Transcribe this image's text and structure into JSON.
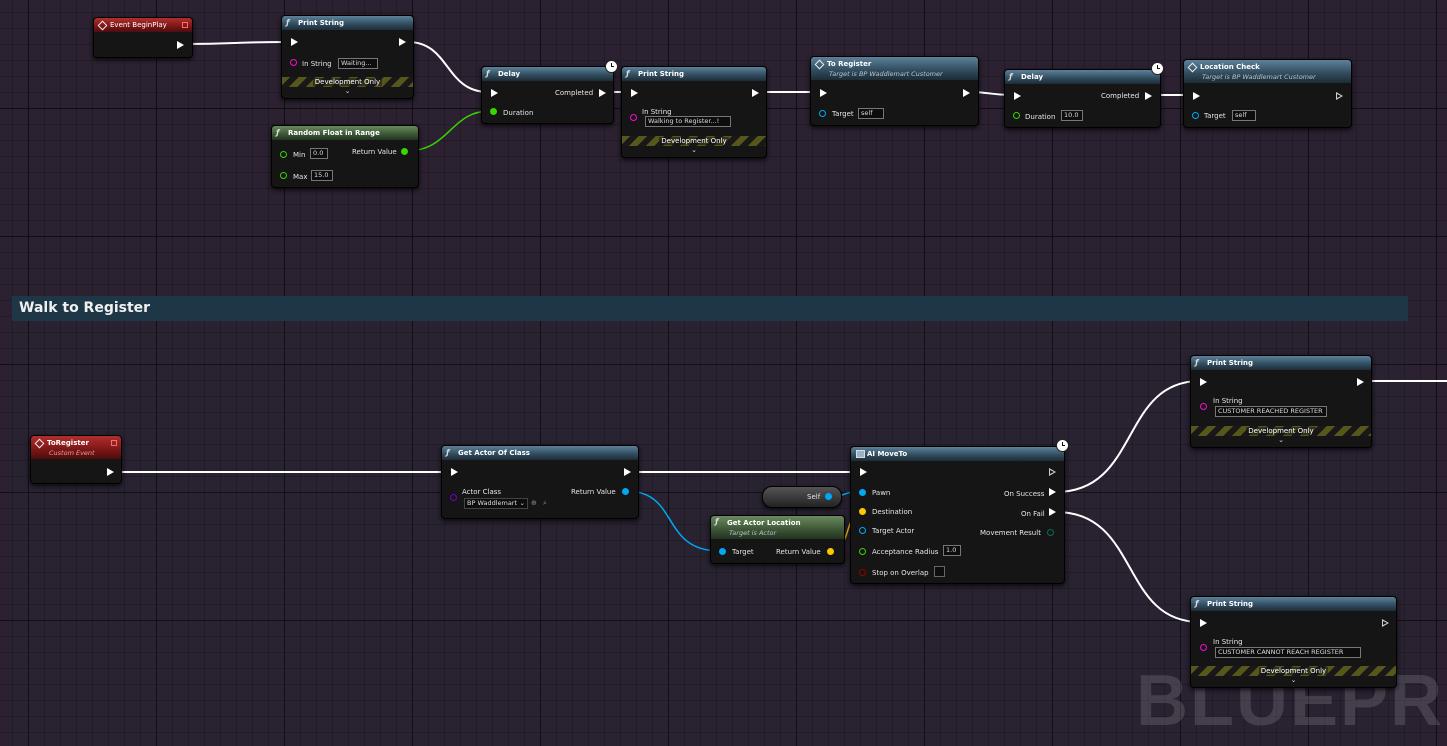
{
  "colors": {
    "exec_wire": "#ffffff",
    "float_pin": "#38d500",
    "vector_pin": "#fdc800",
    "object_pin": "#00a8f4",
    "string_pin": "#f70dcf",
    "class_pin": "#6e00d8",
    "bool_pin": "#950000"
  },
  "comment": {
    "title": "Walk to Register"
  },
  "watermark": "BLUEPRIN",
  "nodes": {
    "event_begin_play": {
      "title": "Event BeginPlay"
    },
    "print_string_1": {
      "title": "Print String",
      "in_string_label": "In String",
      "in_string_value": "Waiting...",
      "dev_only": "Development Only"
    },
    "random_float": {
      "title": "Random Float in Range",
      "min_label": "Min",
      "min_value": "0.0",
      "max_label": "Max",
      "max_value": "15.0",
      "return_label": "Return Value"
    },
    "delay_1": {
      "title": "Delay",
      "completed_label": "Completed",
      "duration_label": "Duration"
    },
    "print_string_2": {
      "title": "Print String",
      "in_string_label": "In String",
      "in_string_value": "Walking to Register...!",
      "dev_only": "Development Only"
    },
    "to_register": {
      "title": "To Register",
      "subtitle": "Target is BP Waddlemart Customer",
      "target_label": "Target",
      "target_value": "self"
    },
    "delay_2": {
      "title": "Delay",
      "completed_label": "Completed",
      "duration_label": "Duration",
      "duration_value": "10.0"
    },
    "location_check": {
      "title": "Location Check",
      "subtitle": "Target is BP Waddlemart Customer",
      "target_label": "Target",
      "target_value": "self"
    },
    "custom_event": {
      "title": "ToRegister",
      "subtitle": "Custom Event"
    },
    "get_actor_of_class": {
      "title": "Get Actor Of Class",
      "actor_class_label": "Actor Class",
      "actor_class_value": "BP Waddlemart",
      "return_label": "Return Value"
    },
    "self_node": {
      "label": "Self"
    },
    "get_actor_location": {
      "title": "Get Actor Location",
      "subtitle": "Target is Actor",
      "target_label": "Target",
      "return_label": "Return Value"
    },
    "ai_move_to": {
      "title": "AI MoveTo",
      "pawn_label": "Pawn",
      "destination_label": "Destination",
      "target_actor_label": "Target Actor",
      "acceptance_label": "Acceptance Radius",
      "acceptance_value": "1.0",
      "stop_label": "Stop on Overlap",
      "on_success_label": "On Success",
      "on_fail_label": "On Fail",
      "movement_result_label": "Movement Result"
    },
    "print_string_success": {
      "title": "Print String",
      "in_string_label": "In String",
      "in_string_value": "CUSTOMER REACHED REGISTER",
      "dev_only": "Development Only"
    },
    "print_string_fail": {
      "title": "Print String",
      "in_string_label": "In String",
      "in_string_value": "CUSTOMER CANNOT REACH REGISTER",
      "dev_only": "Development Only"
    }
  }
}
